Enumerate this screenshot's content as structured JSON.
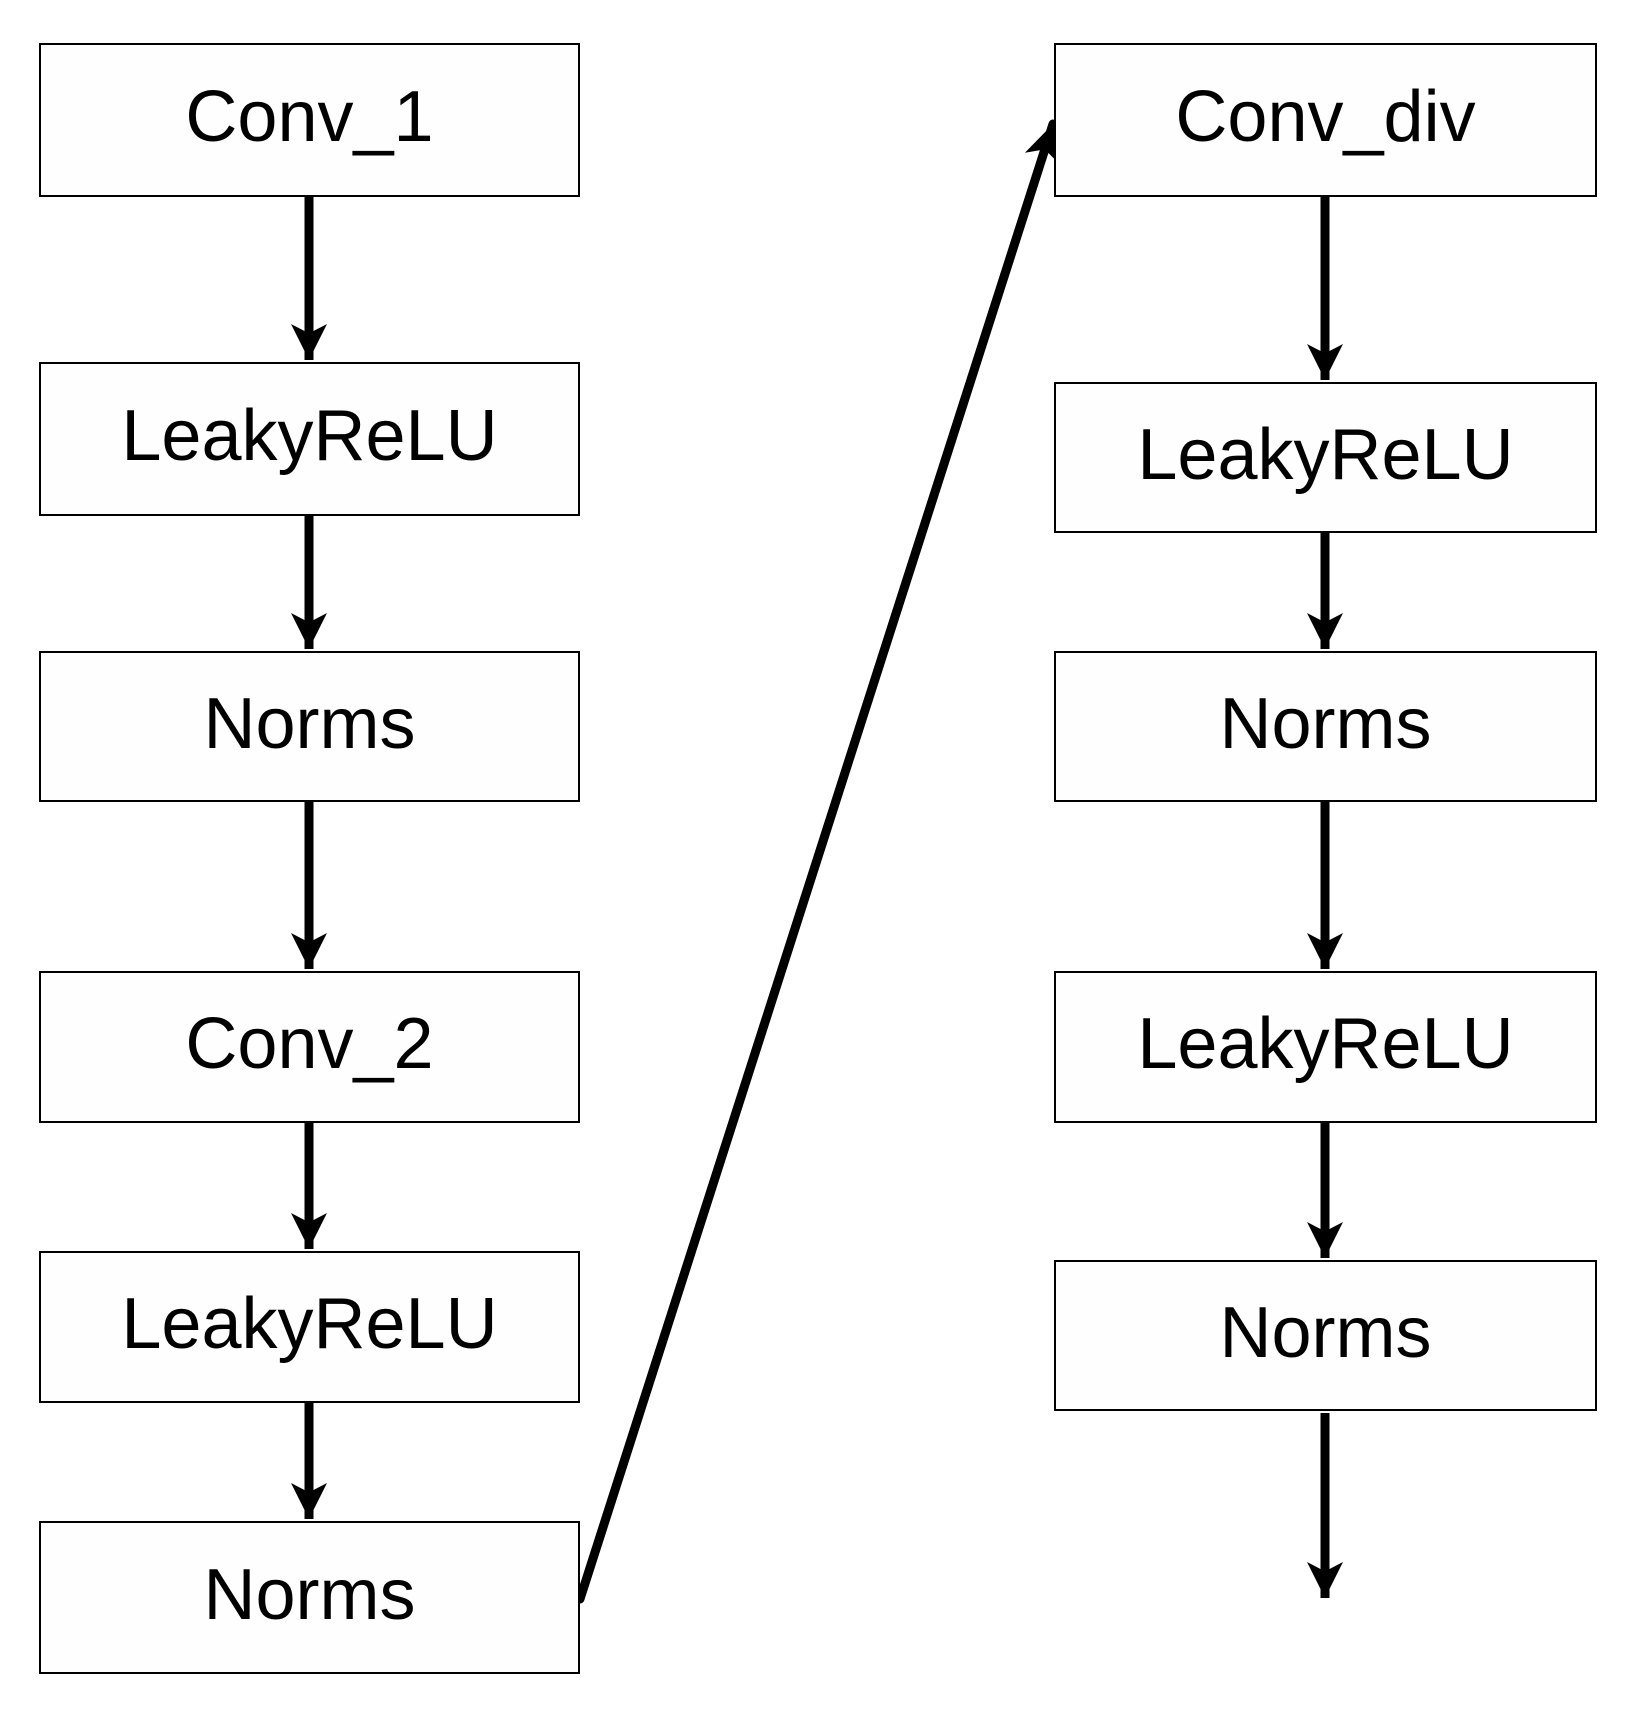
{
  "diagram": {
    "left_column": {
      "nodes": [
        {
          "id": "conv_1",
          "label": "Conv_1"
        },
        {
          "id": "leakyrelu_l1",
          "label": "LeakyReLU"
        },
        {
          "id": "norms_l1",
          "label": "Norms"
        },
        {
          "id": "conv_2",
          "label": "Conv_2"
        },
        {
          "id": "leakyrelu_l2",
          "label": "LeakyReLU"
        },
        {
          "id": "norms_l2",
          "label": "Norms"
        }
      ]
    },
    "right_column": {
      "nodes": [
        {
          "id": "conv_div",
          "label": "Conv_div"
        },
        {
          "id": "leakyrelu_r1",
          "label": "LeakyReLU"
        },
        {
          "id": "norms_r1",
          "label": "Norms"
        },
        {
          "id": "leakyrelu_r2",
          "label": "LeakyReLU"
        },
        {
          "id": "norms_r2",
          "label": "Norms"
        }
      ]
    },
    "edges": [
      {
        "from": "conv_1",
        "to": "leakyrelu_l1"
      },
      {
        "from": "leakyrelu_l1",
        "to": "norms_l1"
      },
      {
        "from": "norms_l1",
        "to": "conv_2"
      },
      {
        "from": "conv_2",
        "to": "leakyrelu_l2"
      },
      {
        "from": "leakyrelu_l2",
        "to": "norms_l2"
      },
      {
        "from": "norms_l2",
        "to": "conv_div",
        "type": "skip-diagonal"
      },
      {
        "from": "conv_div",
        "to": "leakyrelu_r1"
      },
      {
        "from": "leakyrelu_r1",
        "to": "norms_r1"
      },
      {
        "from": "norms_r1",
        "to": "leakyrelu_r2"
      },
      {
        "from": "leakyrelu_r2",
        "to": "norms_r2"
      },
      {
        "from": "norms_r2",
        "to": "output"
      }
    ],
    "colors": {
      "background": "#ffffff",
      "box_fill": "#fefefe",
      "box_border": "#000000",
      "arrow": "#000000",
      "text": "#000000"
    }
  }
}
